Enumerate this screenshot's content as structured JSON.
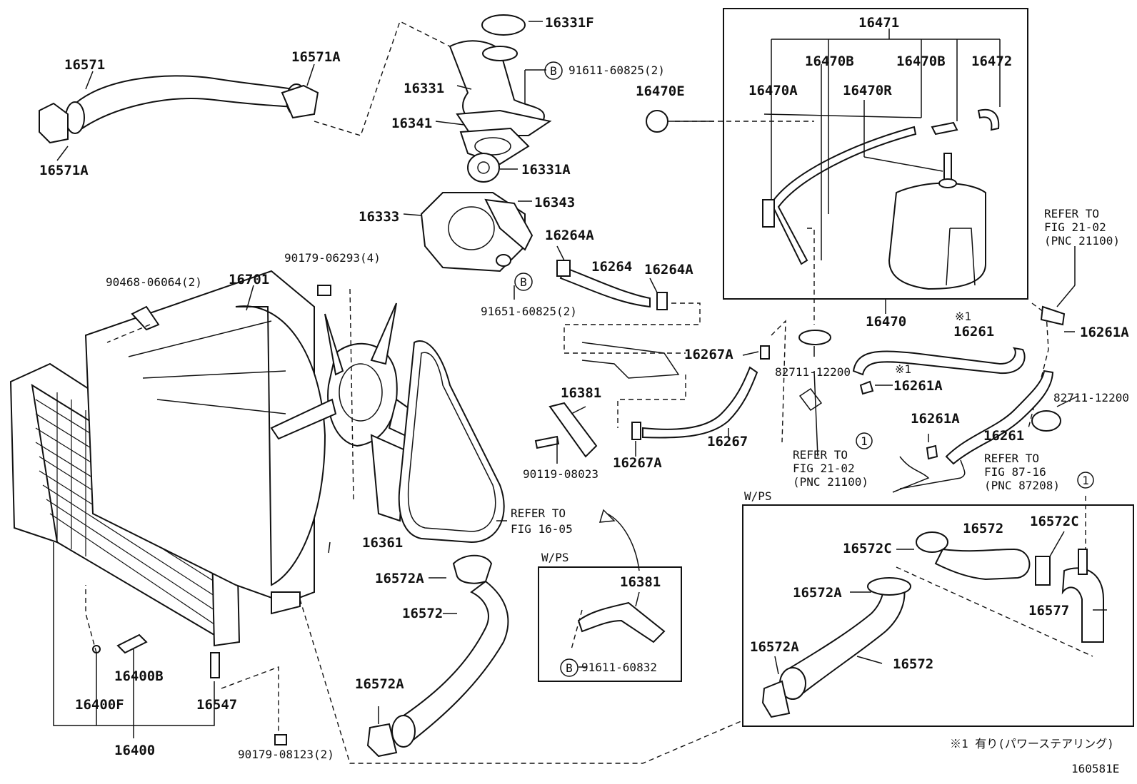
{
  "diagram": {
    "figure_id": "160581E",
    "footnote": "※1 有り(パワーステアリング)",
    "parts": {
      "p16571": "16571",
      "p16571A_top": "16571A",
      "p16571A_bot": "16571A",
      "p16331F": "16331F",
      "p16331": "16331",
      "p16341": "16341",
      "p91611_60825": "91611-60825(2)",
      "p16331A": "16331A",
      "p16343": "16343",
      "p16333": "16333",
      "p91651_60825": "91651-60825(2)",
      "p16264A_left": "16264A",
      "p16264": "16264",
      "p16264A_right": "16264A",
      "p16470E": "16470E",
      "p16471": "16471",
      "p16470B_left": "16470B",
      "p16470B_right": "16470B",
      "p16472": "16472",
      "p16470A": "16470A",
      "p16470R": "16470R",
      "p16470": "16470",
      "p90179_06293": "90179-06293(4)",
      "p90468_06064": "90468-06064(2)",
      "p16701": "16701",
      "p16267A_top": "16267A",
      "p82711_12200_left": "82711-12200",
      "p16261_top": "16261",
      "p16261A_right": "16261A",
      "p16261A_mid": "16261A",
      "p16381_top": "16381",
      "p16267A_bot": "16267A",
      "p16267": "16267",
      "p90119_08023": "90119-08023",
      "p16261A_low": "16261A",
      "p16261_bot": "16261",
      "p82711_12200_right": "82711-12200",
      "p16361": "16361",
      "p16572A_top": "16572A",
      "p16572_left": "16572",
      "p16572A_bot": "16572A",
      "p16400B": "16400B",
      "p16400F": "16400F",
      "p16547": "16547",
      "p16400": "16400",
      "p90179_08123": "90179-08123(2)",
      "p16381_box": "16381",
      "p91611_60832": "91611-60832",
      "p16572C_left": "16572C",
      "p16572_r1": "16572",
      "p16572C_right": "16572C",
      "p16572A_r1": "16572A",
      "p16577": "16577",
      "p16572A_r2": "16572A",
      "p16572_r2": "16572"
    },
    "refs": {
      "r1_l1": "REFER TO",
      "r1_l2": "FIG 21-02",
      "r1_l3": "(PNC 21100)",
      "r2_l1": "REFER TO",
      "r2_l2": "FIG 16-05",
      "r3_l1": "REFER TO",
      "r3_l2": "FIG 21-02",
      "r3_l3": "(PNC 21100)",
      "r4_l1": "REFER TO",
      "r4_l2": "FIG 87-16",
      "r4_l3": "(PNC 87208)"
    },
    "notes": {
      "wps_center": "W/PS",
      "wps_right": "W/PS",
      "mark1_a": "※1",
      "mark1_b": "※1",
      "circ_b1": "B",
      "circ_b2": "B",
      "circ_b3": "B",
      "circ_1a": "1",
      "circ_1b": "1"
    }
  }
}
